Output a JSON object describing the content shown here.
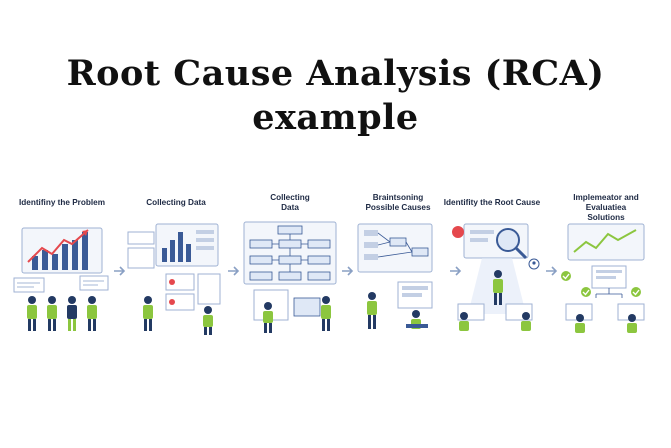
{
  "title_line1": "Root Cause Analysis (RCA)",
  "title_line2": "example",
  "steps": [
    {
      "label_lines": [
        "Identifiny the Problem"
      ]
    },
    {
      "label_lines": [
        "Collecting Data"
      ]
    },
    {
      "label_lines": [
        "Collecting",
        "Data"
      ]
    },
    {
      "label_lines": [
        "Braintsoning",
        "Possible Causes"
      ]
    },
    {
      "label_lines": [
        "Identifity the Root Cause"
      ]
    },
    {
      "label_lines": [
        "Implemeator and Evaluatiea",
        "Solutions"
      ]
    }
  ],
  "icons": [
    "arrow-right-icon",
    "chart-icon",
    "magnifier-icon",
    "user-icon",
    "check-icon"
  ],
  "colors": {
    "figure_green": "#8cc63f",
    "figure_navy": "#233a63",
    "accent_red": "#e5484d",
    "chart_blue": "#3a5a96",
    "panel_blue": "#dfe8f6"
  }
}
